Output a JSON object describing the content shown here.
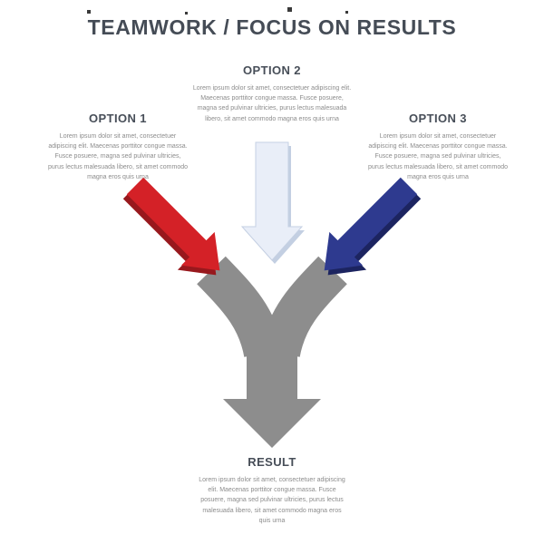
{
  "title": "TEAMWORK / FOCUS ON RESULTS",
  "options": [
    {
      "label": "OPTION 1",
      "text": "Lorem ipsum dolor sit amet, consectetuer adipiscing elit. Maecenas porttitor congue massa. Fusce posuere, magna sed pulvinar ultricies, purus lectus malesuada libero, sit amet commodo magna eros quis urna"
    },
    {
      "label": "OPTION 2",
      "text": "Lorem ipsum dolor sit amet, consectetuer adipiscing elit. Maecenas porttitor congue massa. Fusce posuere, magna sed pulvinar ultricies, purus lectus malesuada libero, sit amet commodo magna eros quis urna"
    },
    {
      "label": "OPTION 3",
      "text": "Lorem ipsum dolor sit amet, consectetuer adipiscing elit. Maecenas porttitor congue massa. Fusce posuere, magna sed pulvinar ultricies, purus lectus malesuada libero, sit amet commodo magna eros quis urna"
    }
  ],
  "result": {
    "label": "RESULT",
    "text": "Lorem ipsum dolor sit amet, consectetuer adipiscing elit. Maecenas porttitor congue massa. Fusce posuere, magna sed pulvinar ultricies, purus lectus malesuada libero, sit amet commodo magna eros quis urna"
  },
  "colors": {
    "red_arrow": "#d42127",
    "red_arrow_dark": "#98181d",
    "blue_arrow": "#2e3a8f",
    "blue_arrow_dark": "#1c2460",
    "center_arrow": "#e9eef8",
    "center_arrow_dark": "#c3cfe2",
    "merge_gray": "#8d8d8d",
    "heading": "#474e58",
    "body_text": "#8c8c8c"
  }
}
